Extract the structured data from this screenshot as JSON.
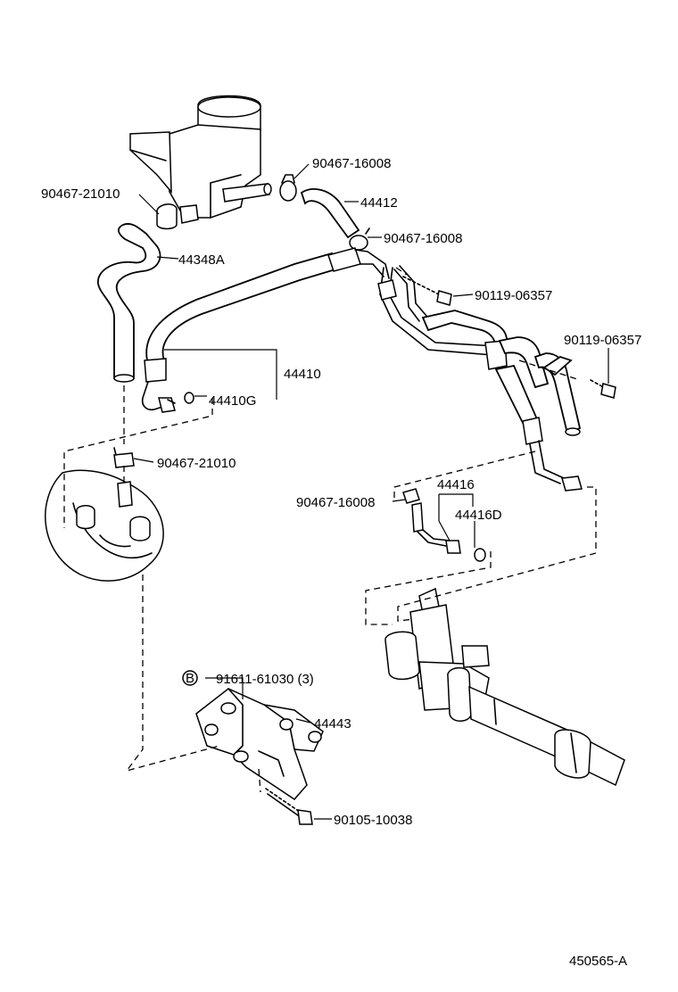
{
  "labels": {
    "clamp_top_right": "90467-16008",
    "clamp_top_left": "90467-21010",
    "hose_reservoir": "44412",
    "clamp_mid": "90467-16008",
    "hose_return": "44348A",
    "bolt_upper": "90119-06357",
    "bolt_right": "90119-06357",
    "pressure_tube": "44410",
    "gasket_tube": "44410G",
    "clamp_pump": "90467-21010",
    "tube_gear": "44416",
    "clamp_gear": "90467-16008",
    "gasket_gear": "44416D",
    "bolt_bracket_marker": "B",
    "bolt_bracket": "91611-61030 (3)",
    "bracket": "44443",
    "bolt_lower": "90105-10038",
    "figure_id": "450565-A"
  }
}
